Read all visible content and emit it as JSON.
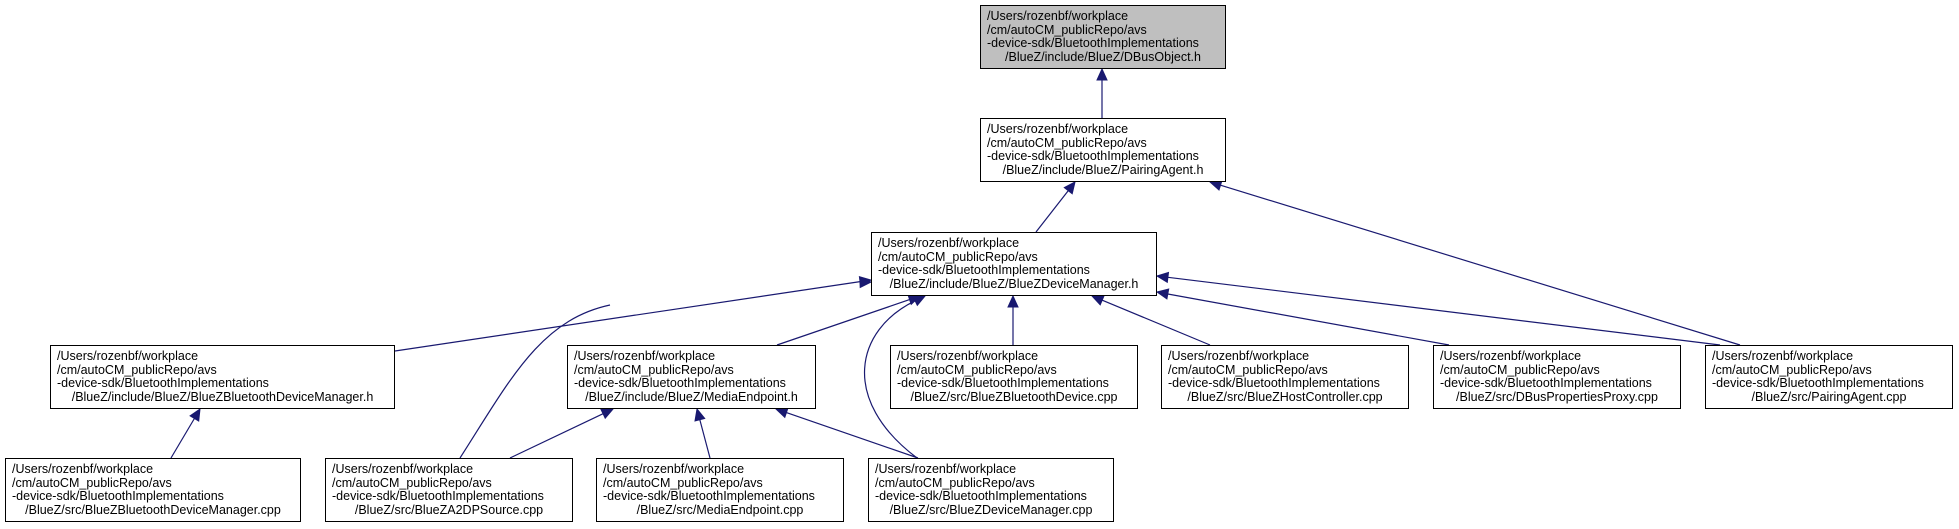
{
  "colors": {
    "edge": "#191970",
    "root_fill": "#bfbfbf",
    "node_fill": "#ffffff",
    "border": "#000000"
  },
  "nodes": [
    {
      "id": "dbusobject_h",
      "root": true,
      "lines": [
        "/Users/rozenbf/workplace",
        "/cm/autoCM_publicRepo/avs",
        "-device-sdk/BluetoothImplementations",
        "/BlueZ/include/BlueZ/DBusObject.h"
      ]
    },
    {
      "id": "pairingagent_h",
      "lines": [
        "/Users/rozenbf/workplace",
        "/cm/autoCM_publicRepo/avs",
        "-device-sdk/BluetoothImplementations",
        "/BlueZ/include/BlueZ/PairingAgent.h"
      ]
    },
    {
      "id": "bluezdevicemanager_h",
      "lines": [
        "/Users/rozenbf/workplace",
        "/cm/autoCM_publicRepo/avs",
        "-device-sdk/BluetoothImplementations",
        "/BlueZ/include/BlueZ/BlueZDeviceManager.h"
      ]
    },
    {
      "id": "bluezbluetoothdevicemanager_h",
      "lines": [
        "/Users/rozenbf/workplace",
        "/cm/autoCM_publicRepo/avs",
        "-device-sdk/BluetoothImplementations",
        "/BlueZ/include/BlueZ/BlueZBluetoothDeviceManager.h"
      ]
    },
    {
      "id": "mediaendpoint_h",
      "lines": [
        "/Users/rozenbf/workplace",
        "/cm/autoCM_publicRepo/avs",
        "-device-sdk/BluetoothImplementations",
        "/BlueZ/include/BlueZ/MediaEndpoint.h"
      ]
    },
    {
      "id": "bluezbluetoothdevice_cpp",
      "lines": [
        "/Users/rozenbf/workplace",
        "/cm/autoCM_publicRepo/avs",
        "-device-sdk/BluetoothImplementations",
        "/BlueZ/src/BlueZBluetoothDevice.cpp"
      ]
    },
    {
      "id": "bluezhostcontroller_cpp",
      "lines": [
        "/Users/rozenbf/workplace",
        "/cm/autoCM_publicRepo/avs",
        "-device-sdk/BluetoothImplementations",
        "/BlueZ/src/BlueZHostController.cpp"
      ]
    },
    {
      "id": "dbuspropertiesproxy_cpp",
      "lines": [
        "/Users/rozenbf/workplace",
        "/cm/autoCM_publicRepo/avs",
        "-device-sdk/BluetoothImplementations",
        "/BlueZ/src/DBusPropertiesProxy.cpp"
      ]
    },
    {
      "id": "pairingagent_cpp",
      "lines": [
        "/Users/rozenbf/workplace",
        "/cm/autoCM_publicRepo/avs",
        "-device-sdk/BluetoothImplementations",
        "/BlueZ/src/PairingAgent.cpp"
      ]
    },
    {
      "id": "bluezbluetoothdevicemanager_cpp",
      "lines": [
        "/Users/rozenbf/workplace",
        "/cm/autoCM_publicRepo/avs",
        "-device-sdk/BluetoothImplementations",
        "/BlueZ/src/BlueZBluetoothDeviceManager.cpp"
      ]
    },
    {
      "id": "blueza2dpsource_cpp",
      "lines": [
        "/Users/rozenbf/workplace",
        "/cm/autoCM_publicRepo/avs",
        "-device-sdk/BluetoothImplementations",
        "/BlueZ/src/BlueZA2DPSource.cpp"
      ]
    },
    {
      "id": "mediaendpoint_cpp",
      "lines": [
        "/Users/rozenbf/workplace",
        "/cm/autoCM_publicRepo/avs",
        "-device-sdk/BluetoothImplementations",
        "/BlueZ/src/MediaEndpoint.cpp"
      ]
    },
    {
      "id": "bluezdevicemanager_cpp",
      "lines": [
        "/Users/rozenbf/workplace",
        "/cm/autoCM_publicRepo/avs",
        "-device-sdk/BluetoothImplementations",
        "/BlueZ/src/BlueZDeviceManager.cpp"
      ]
    }
  ],
  "edges": [
    {
      "from": "pairingagent_h",
      "to": "dbusobject_h"
    },
    {
      "from": "bluezdevicemanager_h",
      "to": "pairingagent_h"
    },
    {
      "from": "pairingagent_cpp",
      "to": "pairingagent_h"
    },
    {
      "from": "bluezbluetoothdevicemanager_h",
      "to": "bluezdevicemanager_h"
    },
    {
      "from": "blueza2dpsource_cpp",
      "to": "bluezdevicemanager_h"
    },
    {
      "from": "mediaendpoint_h",
      "to": "bluezdevicemanager_h"
    },
    {
      "from": "bluezdevicemanager_cpp",
      "to": "bluezdevicemanager_h"
    },
    {
      "from": "bluezbluetoothdevice_cpp",
      "to": "bluezdevicemanager_h"
    },
    {
      "from": "bluezhostcontroller_cpp",
      "to": "bluezdevicemanager_h"
    },
    {
      "from": "dbuspropertiesproxy_cpp",
      "to": "bluezdevicemanager_h"
    },
    {
      "from": "pairingagent_cpp",
      "to": "bluezdevicemanager_h"
    },
    {
      "from": "bluezbluetoothdevicemanager_cpp",
      "to": "bluezbluetoothdevicemanager_h"
    },
    {
      "from": "blueza2dpsource_cpp",
      "to": "mediaendpoint_h"
    },
    {
      "from": "mediaendpoint_cpp",
      "to": "mediaendpoint_h"
    },
    {
      "from": "bluezdevicemanager_cpp",
      "to": "mediaendpoint_h"
    }
  ]
}
